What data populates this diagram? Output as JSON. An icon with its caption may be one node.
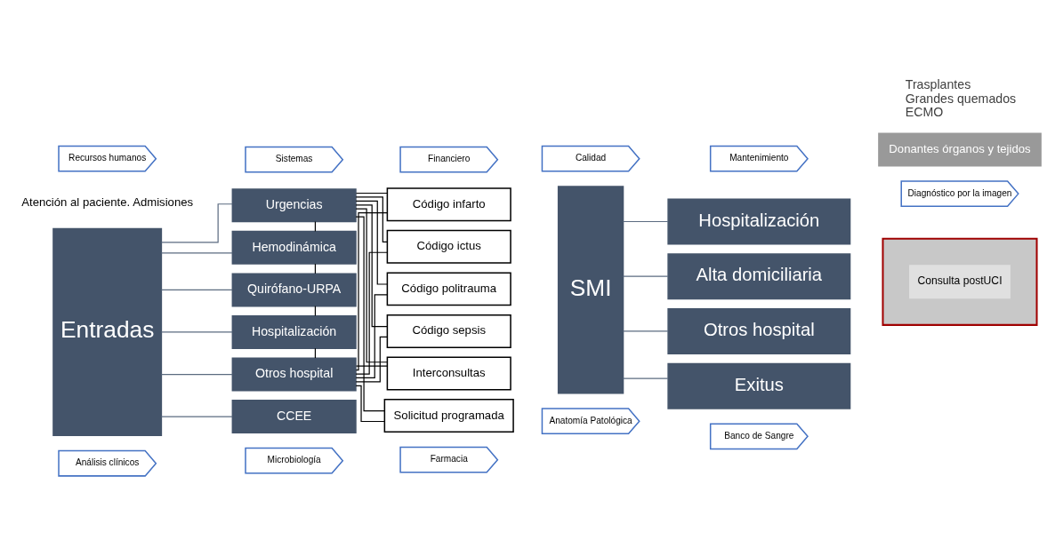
{
  "diagram": {
    "nodes": [
      {
        "text": [
          "Recursos humanos"
        ]
      },
      {
        "text": [
          "Sistemas"
        ]
      },
      {
        "text": [
          "Financiero"
        ]
      },
      {
        "text": [
          "Calidad"
        ]
      },
      {
        "text": [
          "Mantenimiento"
        ]
      },
      {
        "text": [
          "Entradas"
        ]
      },
      {
        "text": [
          "Urgencias"
        ]
      },
      {
        "text": [
          "Hemodinámica"
        ]
      },
      {
        "text": [
          "Quirófano-URPA"
        ]
      },
      {
        "text": [
          "Hospitalización"
        ]
      },
      {
        "text": [
          "Otros hospital"
        ]
      },
      {
        "text": [
          "CCEE"
        ]
      },
      {
        "text": [
          "Código infarto"
        ]
      },
      {
        "text": [
          "Código ictus"
        ]
      },
      {
        "text": [
          "Código politrauma"
        ]
      },
      {
        "text": [
          "Código sepsis"
        ]
      },
      {
        "text": [
          "Interconsultas"
        ]
      },
      {
        "text": [
          "Solicitud programada"
        ]
      },
      {
        "text": [
          "SMI"
        ]
      },
      {
        "text": [
          "Hospitalización"
        ]
      },
      {
        "text": [
          "Alta domiciliaria"
        ]
      },
      {
        "text": [
          "Otros hospital"
        ],
        "beside": [
          "Trasplantes",
          "Grandes quemados",
          "ECMO"
        ]
      },
      {
        "text": [
          "Exitus"
        ]
      },
      {
        "text": [],
        "shape": "box"
      },
      {
        "text": [
          "Consulta postUCI"
        ],
        "in": 23
      },
      {
        "text": [
          "Donantes órganos y tejidos"
        ]
      },
      {
        "text": [
          "Análisis clínicos"
        ]
      },
      {
        "text": [
          "Microbiología"
        ]
      },
      {
        "text": [
          "Farmacia"
        ]
      },
      {
        "text": [
          "Anatomía Patológica"
        ]
      },
      {
        "text": [
          "Banco de Sangre"
        ]
      },
      {
        "text": [
          "Diagnóstico por la imagen"
        ]
      }
    ],
    "edges": [
      {
        "from": 5,
        "to": 6,
        "arrow": "none",
        "color": "#5b6b80"
      },
      {
        "from": 5,
        "to": 7,
        "arrow": "none",
        "color": "#5b6b80"
      },
      {
        "from": 5,
        "to": 8,
        "arrow": "none",
        "color": "#5b6b80"
      },
      {
        "from": 5,
        "to": 9,
        "arrow": "none",
        "color": "#5b6b80"
      },
      {
        "from": 5,
        "to": 10,
        "arrow": "none",
        "color": "#5b6b80"
      },
      {
        "from": 5,
        "to": 11,
        "arrow": "none",
        "color": "#5b6b80"
      },
      {
        "from": 6,
        "to": 7,
        "arrow": "none"
      },
      {
        "from": 7,
        "to": 8,
        "arrow": "none"
      },
      {
        "from": 8,
        "to": 9,
        "arrow": "none"
      },
      {
        "from": 9,
        "to": 10,
        "arrow": "none"
      },
      {
        "from": 6,
        "to": 12,
        "arrow": "none"
      },
      {
        "from": 6,
        "to": 13,
        "arrow": "none"
      },
      {
        "from": 6,
        "to": 14,
        "arrow": "none"
      },
      {
        "from": 6,
        "to": 15,
        "arrow": "none"
      },
      {
        "from": 6,
        "to": 16,
        "arrow": "none"
      },
      {
        "from": 6,
        "to": 17,
        "arrow": "none"
      },
      {
        "from": 10,
        "to": 12,
        "arrow": "none"
      },
      {
        "from": 10,
        "to": 13,
        "arrow": "none"
      },
      {
        "from": 10,
        "to": 14,
        "arrow": "none"
      },
      {
        "from": 10,
        "to": 15,
        "arrow": "none"
      },
      {
        "from": 10,
        "to": 16,
        "arrow": "none"
      },
      {
        "from": 10,
        "to": 17,
        "arrow": "none"
      },
      {
        "from": 18,
        "to": 19,
        "arrow": "none",
        "color": "#5b6b80"
      },
      {
        "from": 18,
        "to": 20,
        "arrow": "none",
        "color": "#5b6b80"
      },
      {
        "from": 18,
        "to": 21,
        "arrow": "none",
        "color": "#5b6b80"
      },
      {
        "from": 18,
        "to": 22,
        "arrow": "none",
        "color": "#5b6b80"
      }
    ],
    "labels": [
      "Atención al paciente. Admisiones"
    ]
  }
}
